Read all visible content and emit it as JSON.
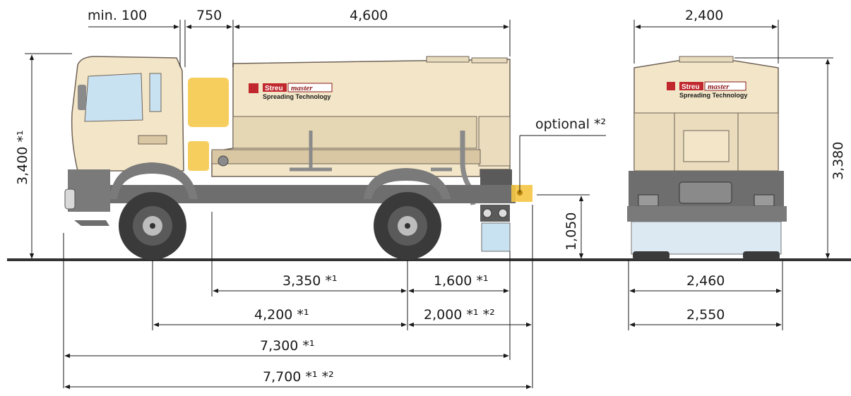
{
  "dimensions": {
    "min100": "min. 100",
    "d750": "750",
    "d4600": "4,600",
    "d2400": "2,400",
    "h3400": "3,400 *¹",
    "h3380": "3,380",
    "h1050": "1,050",
    "optional": "optional *²",
    "w3350": "3,350 *¹",
    "w1600": "1,600 *¹",
    "w4200": "4,200 *¹",
    "w2000": "2,000 *¹ *²",
    "w7300": "7,300 *¹",
    "w7700": "7,700 *¹ *²",
    "w2460": "2,460",
    "w2550": "2,550"
  },
  "logo": {
    "brand_left": "Streu",
    "brand_right": "master",
    "tagline": "Spreading Technology"
  },
  "colors": {
    "body": "#f3e6c8",
    "body_dark": "#d8c7a2",
    "chassis": "#6e6e6e",
    "tire": "#3a3a3a",
    "accent_yellow": "#f5c542",
    "window": "#c9e2f2"
  }
}
